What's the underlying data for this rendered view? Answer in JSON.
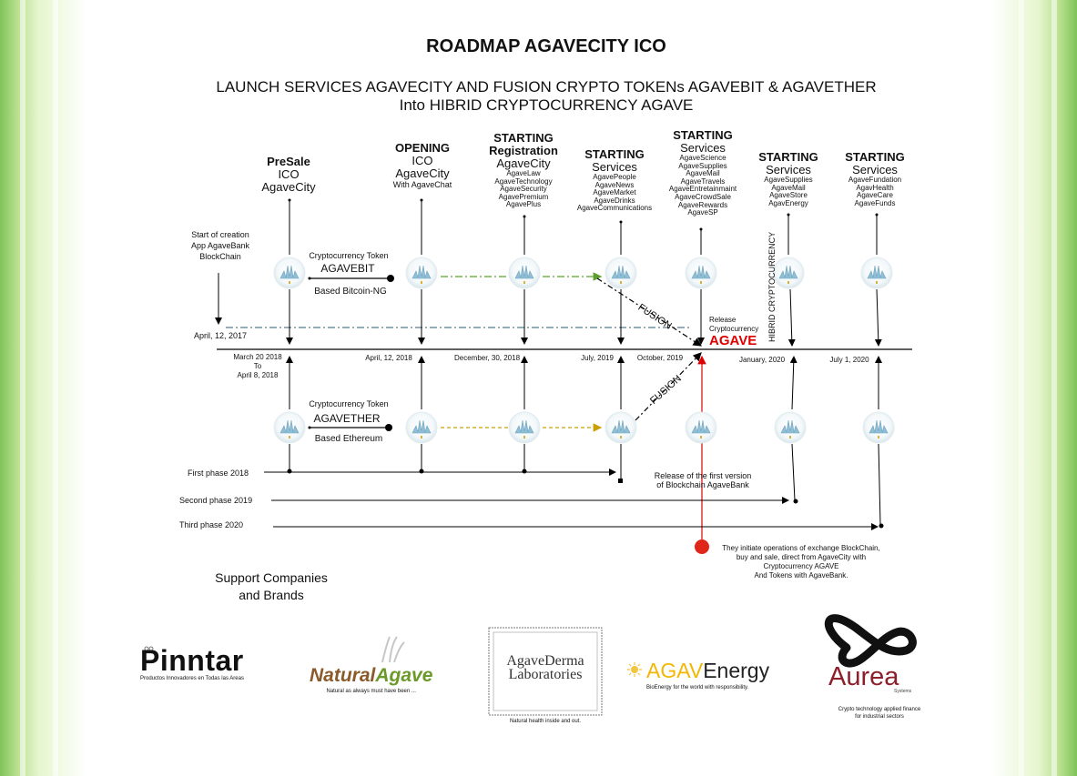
{
  "title": "ROADMAP AGAVECITY ICO",
  "subtitle_line1": "LAUNCH SERVICES AGAVECITY AND FUSION CRYPTO TOKENs AGAVEBIT & AGAVETHER",
  "subtitle_line2": "Into HIBRID CRYPTOCURRENCY AGAVE",
  "milestones": {
    "presale": {
      "line1": "PreSale",
      "line2": "ICO",
      "line3": "AgaveCity"
    },
    "opening": {
      "line1": "OPENING",
      "line2": "ICO",
      "line3": "AgaveCity",
      "line4": "With AgaveChat"
    },
    "registration": {
      "line1": "STARTING",
      "line2": "Registration",
      "line3": "AgaveCity",
      "items": [
        "AgaveLaw",
        "AgaveTechnology",
        "AgaveSecurity",
        "AgavePremium",
        "AgavePlus"
      ]
    },
    "services_july2019": {
      "line1": "STARTING",
      "line2": "Services",
      "items": [
        "AgavePeople",
        "AgaveNews",
        "AgaveMarket",
        "AgaveDrinks",
        "AgaveCommunications"
      ]
    },
    "services_oct2019": {
      "line1": "STARTING",
      "line2": "Services",
      "items": [
        "AgaveScience",
        "AgaveSupplies",
        "AgaveMail",
        "AgaveTravels",
        "AgaveEntretainmaint",
        "AgaveCrowdSale",
        "AgaveRewards",
        "AgaveSP"
      ]
    },
    "services_jan2020": {
      "line1": "STARTING",
      "line2": "Services",
      "items": [
        "AgaveSupplies",
        "AgaveMail",
        "AgaveStore",
        "AgavEnergy"
      ]
    },
    "services_jul2020": {
      "line1": "STARTING",
      "line2": "Services",
      "items": [
        "AgaveFundation",
        "AgavHealth",
        "AgaveCare",
        "AgaveFunds"
      ]
    }
  },
  "start_note": {
    "line1": "Start of creation",
    "line2": "App AgaveBank",
    "line3": "BlockChain"
  },
  "dates": {
    "april2017": "April, 12, 2017",
    "march2018": "March 20 2018",
    "to": "To",
    "april8_2018": "April 8, 2018",
    "april12_2018": "April, 12, 2018",
    "dec2018": "December, 30, 2018",
    "july2019": "July, 2019",
    "oct2019": "October, 2019",
    "jan2020": "January, 2020",
    "jul2020": "July 1, 2020"
  },
  "tokens": {
    "agavebit": {
      "caption": "Cryptocurrency Token",
      "name": "AGAVEBIT",
      "based": "Based Bitcoin-NG"
    },
    "agavether": {
      "caption": "Cryptocurrency Token",
      "name": "AGAVETHER",
      "based": "Based Ethereum"
    }
  },
  "fusion_label": "FUSION",
  "release_crypto": {
    "line1": "Release",
    "line2": "Cryptocurrency",
    "name": "AGAVE"
  },
  "hibrid_label": "HIBRID CRYPTOCURRENCY",
  "phases": [
    "First phase 2018",
    "Second phase 2019",
    "Third  phase 2020"
  ],
  "blockchain_release": {
    "line1": "Release of the first version",
    "line2": "of Blockchain AgaveBank"
  },
  "operations_note": {
    "line1": "They initiate operations of exchange BlockChain,",
    "line2": "buy and sale, direct from AgaveCity with",
    "line3": "Cryptocurrency AGAVE",
    "line4": "And Tokens with AgaveBank."
  },
  "support": {
    "line1": "Support Companies",
    "line2": "and Brands"
  },
  "brands": {
    "pinntar": {
      "name": "Pinntar",
      "tagline": "Productos Innovadores en Todas las Areas"
    },
    "natural_agave": {
      "name_a": "Natural",
      "name_b": "Agave",
      "tagline": "Natural as always must have been ..."
    },
    "agave_derma": {
      "line1": "AgaveDerma",
      "line2": "Laboratories",
      "tagline": "Natural health inside and out."
    },
    "agav_energy": {
      "name_a": "AGAV",
      "name_b": "Energy",
      "tagline": "BioEnergy for the world with responsibility."
    },
    "aurea": {
      "name": "Aurea",
      "sub": "Systems",
      "tagline1": "Crypto technology applied finance",
      "tagline2": "for industrial sectors"
    }
  },
  "colors": {
    "green_dash": "#5aa02c",
    "gold_dash": "#c9a000",
    "red": "#e00000",
    "orb": "#9cc7da",
    "curtain": "#8fcc63"
  }
}
